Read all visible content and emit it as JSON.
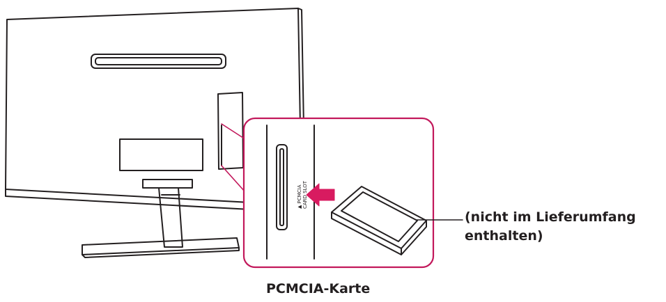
{
  "note": {
    "line1": "(nicht im Lieferumfang",
    "line2": "enthalten)"
  },
  "caption": "PCMCIA-Karte",
  "slot_label": {
    "line1": "▲ PCMCIA",
    "line2": "CARD SLOT"
  },
  "colors": {
    "line": "#231f20",
    "callout": "#c2185b",
    "arrow": "#d81b60",
    "background": "#ffffff"
  }
}
